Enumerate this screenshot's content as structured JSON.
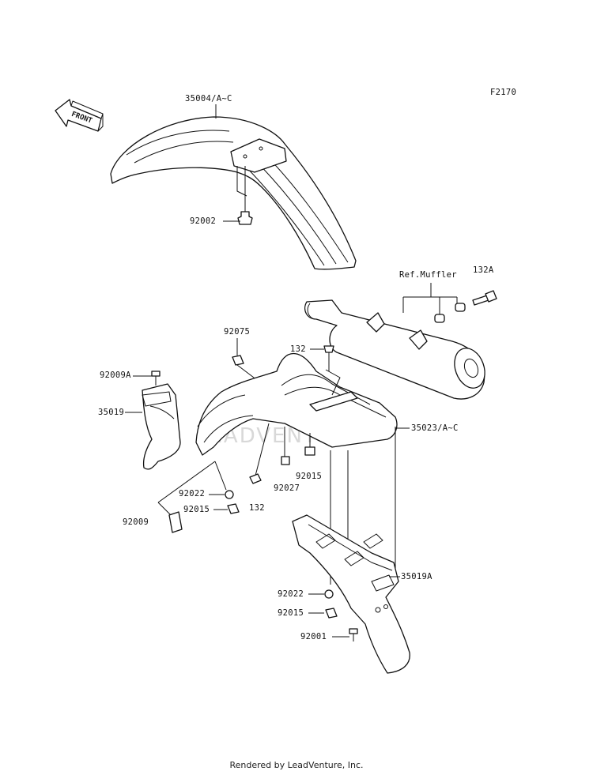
{
  "diagram": {
    "figure_code": "F2170",
    "front_arrow_text": "FRONT",
    "watermark": "LEADVENTURE",
    "footer": "Rendered by LeadVenture, Inc.",
    "labels": {
      "p35004": "35004/A~C",
      "p92002": "92002",
      "ref_muffler": "Ref.Muffler",
      "p132A": "132A",
      "p92075": "92075",
      "p132_top": "132",
      "p92009A": "92009A",
      "p35019": "35019",
      "p35023": "35023/A~C",
      "p92015_a": "92015",
      "p92027": "92027",
      "p132_bottom": "132",
      "p92022_a": "92022",
      "p92015_b": "92015",
      "p92009": "92009",
      "p35019A": "35019A",
      "p92022_b": "92022",
      "p92015_c": "92015",
      "p92001": "92001"
    }
  }
}
